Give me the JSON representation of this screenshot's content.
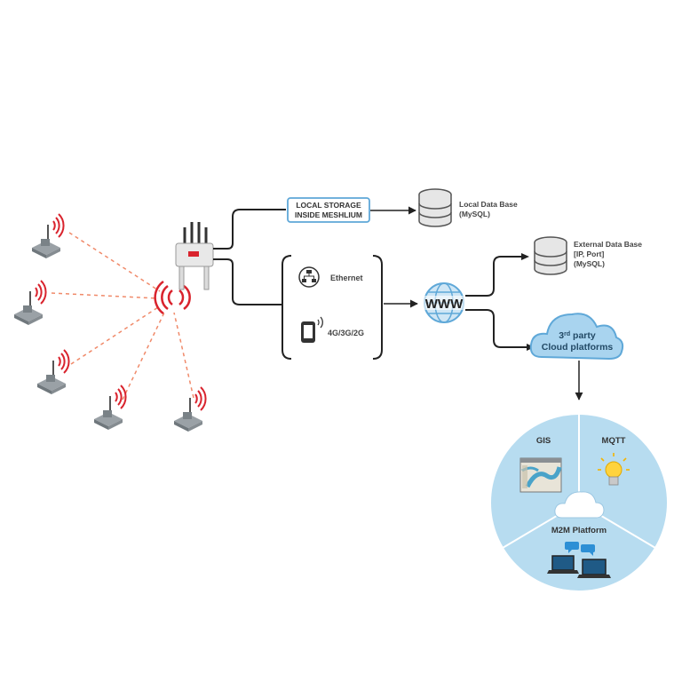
{
  "local_storage": {
    "line1": "LOCAL STORAGE",
    "line2": "INSIDE MESHLIUM"
  },
  "local_db": {
    "title": "Local Data Base",
    "sub": "(MySQL)"
  },
  "external_db": {
    "title": "External Data Base",
    "line2": "[IP, Port]",
    "line3": "(MySQL)"
  },
  "connections": {
    "ethernet": "Ethernet",
    "cellular": "4G/3G/2G"
  },
  "www": "WWW",
  "cloud": {
    "sup": "rd",
    "num": "3",
    "party": " party",
    "line2": "Cloud platforms"
  },
  "platforms": {
    "gis": "GIS",
    "mqtt": "MQTT",
    "m2m": "M2M Platform"
  },
  "colors": {
    "accent_red": "#d9232d",
    "dashed": "#f08a6a",
    "cloud_blue": "#a9d4ef",
    "storage_border": "#5fa8d8",
    "circle_fill": "#b7dcf0"
  },
  "icons": [
    "sensor-node-icon",
    "gateway-router-icon",
    "database-icon",
    "ethernet-icon",
    "phone-icon",
    "globe-icon",
    "cloud-icon",
    "map-icon",
    "lightbulb-icon",
    "laptop-icon",
    "chat-bubble-icon"
  ]
}
